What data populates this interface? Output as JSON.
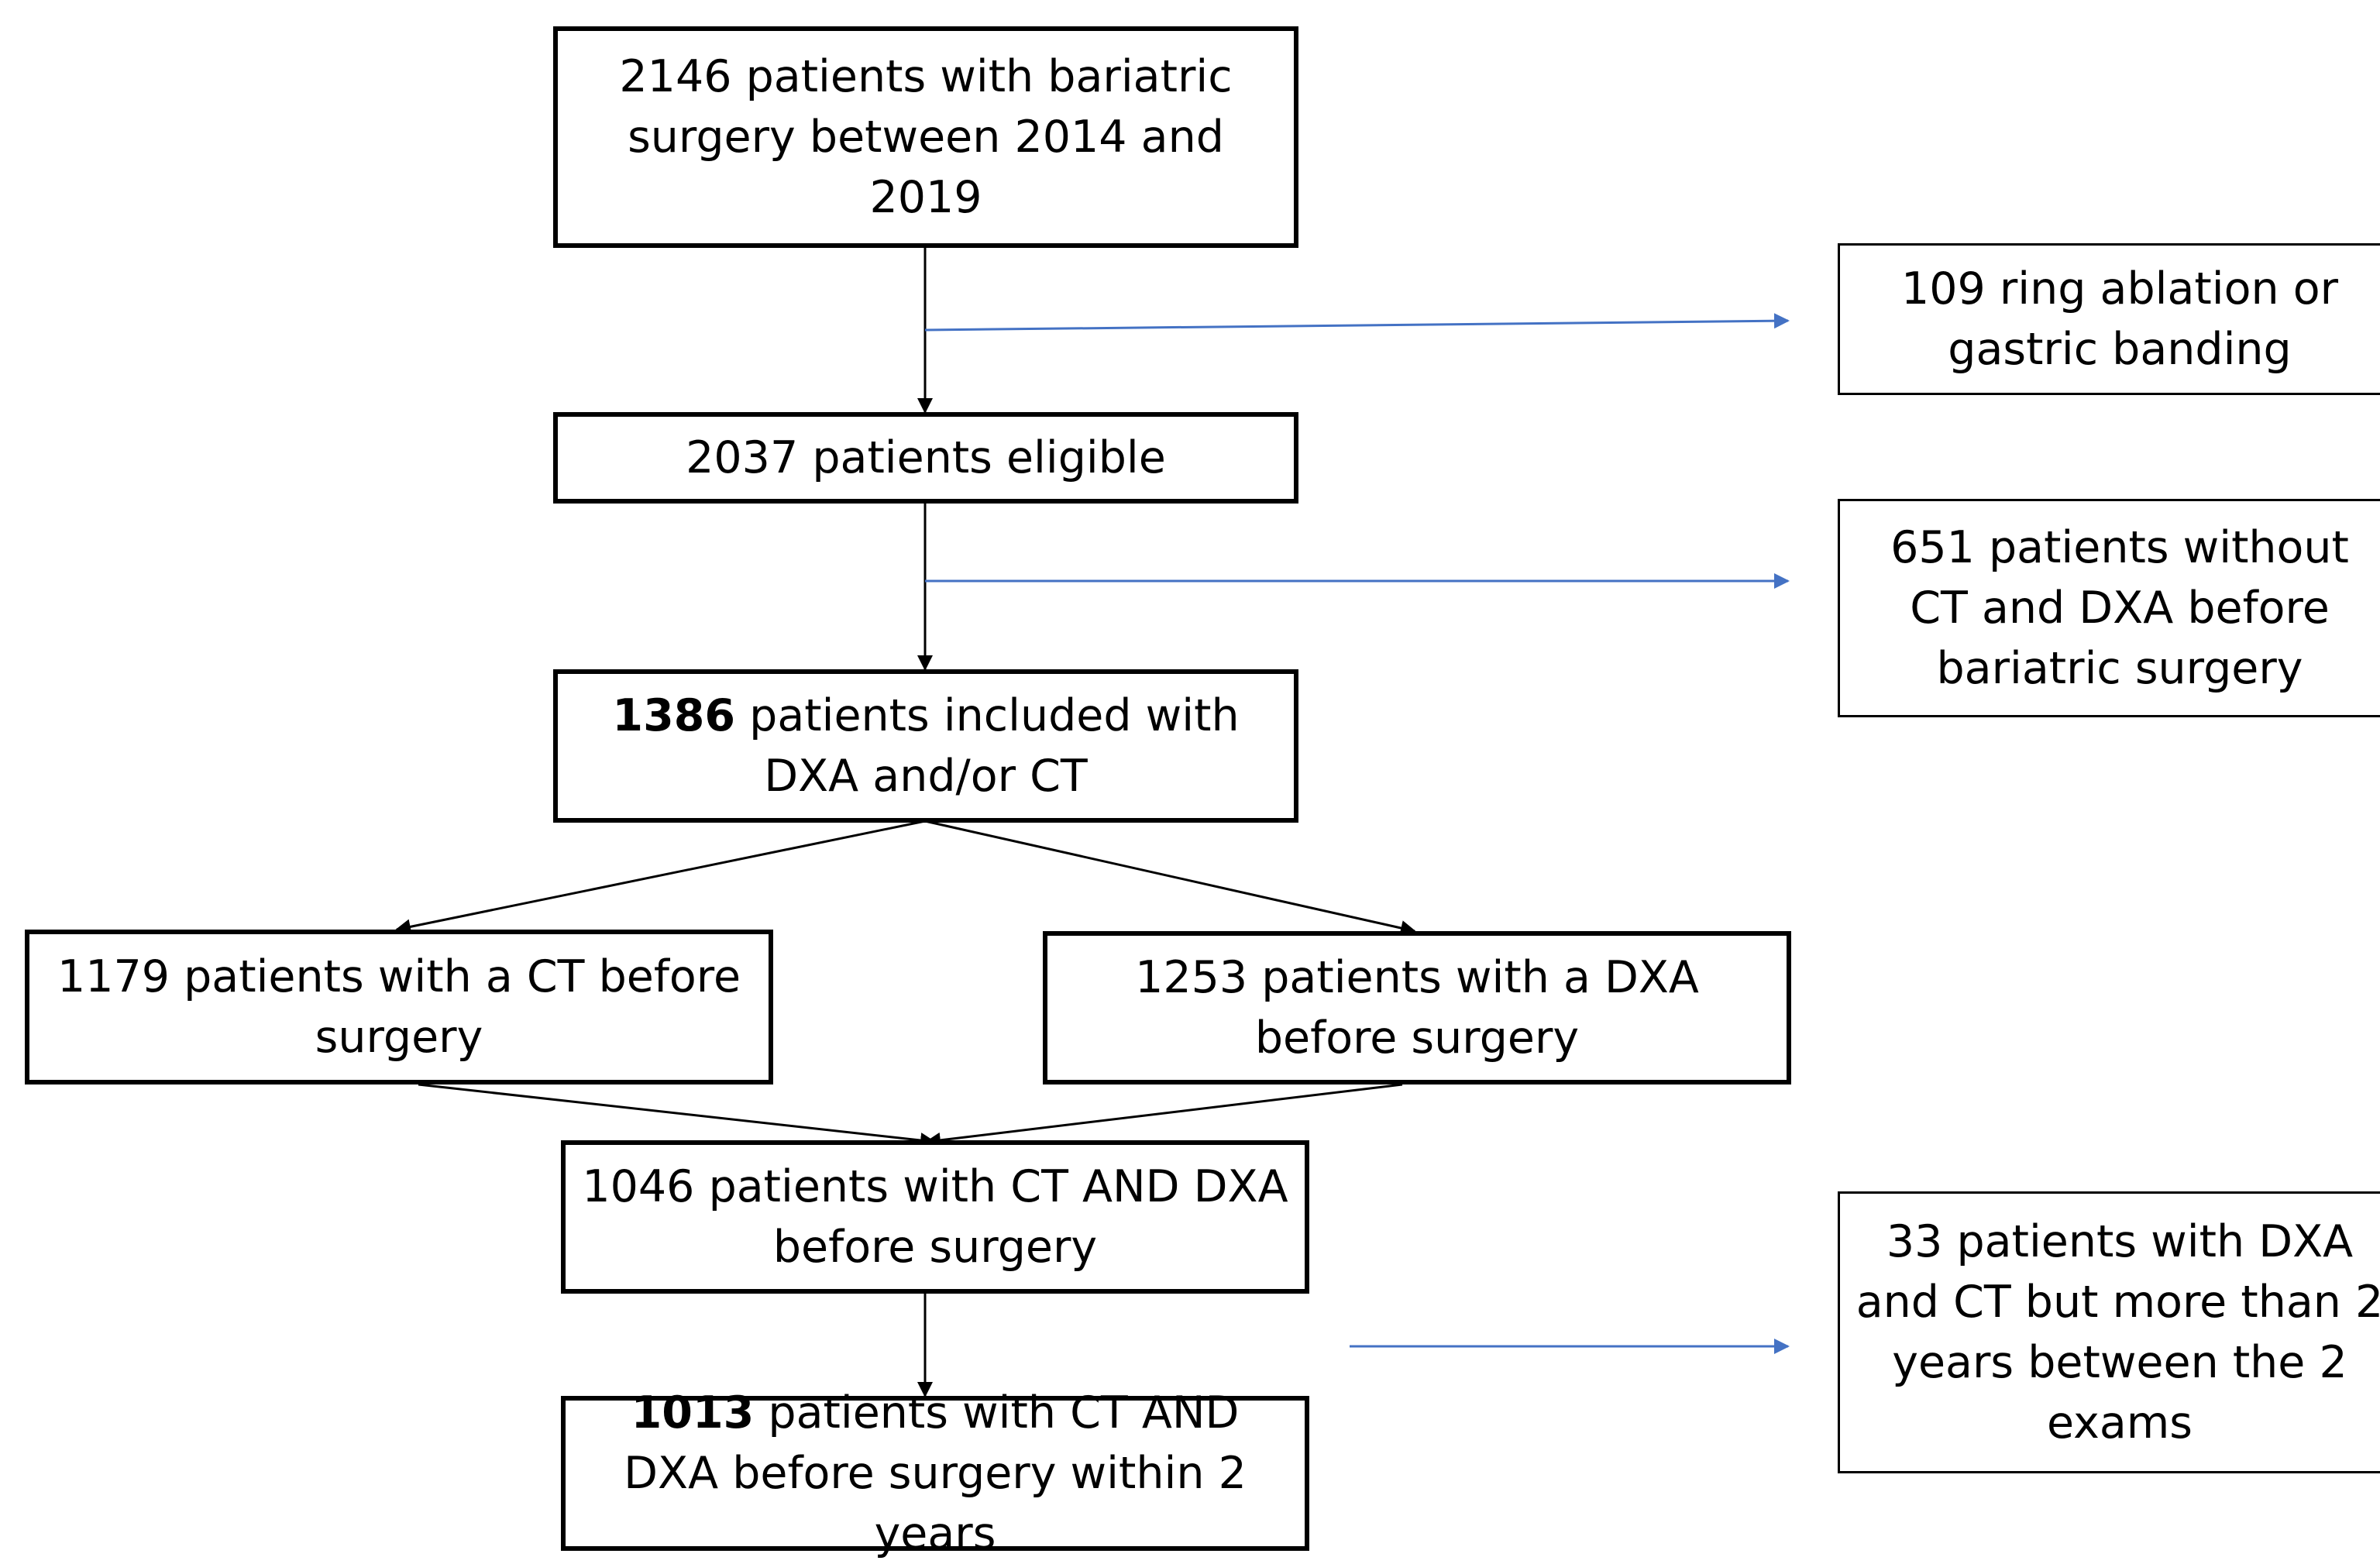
{
  "colors": {
    "box_border": "#000000",
    "flow_arrow": "#000000",
    "exclusion_arrow": "#4472C4"
  },
  "boxes": {
    "initial": {
      "text": "2146 patients with bariatric surgery between 2014 and 2019"
    },
    "excluded_ring": {
      "text": "109 ring ablation or gastric banding"
    },
    "eligible": {
      "text": "2037 patients eligible"
    },
    "excluded_no_imaging": {
      "text": "651 patients without CT and DXA before bariatric surgery"
    },
    "included": {
      "number": "1386",
      "text": " patients included with DXA and/or CT"
    },
    "ct": {
      "text": "1179 patients with a CT before surgery"
    },
    "dxa": {
      "text": "1253 patients with a DXA before surgery"
    },
    "ct_and_dxa": {
      "text": "1046 patients with CT AND DXA before surgery"
    },
    "excluded_interval": {
      "text": "33 patients with DXA and CT but more than 2 years between the 2 exams"
    },
    "final": {
      "number": "1013",
      "text": " patients with CT AND DXA before surgery within 2 years"
    }
  }
}
